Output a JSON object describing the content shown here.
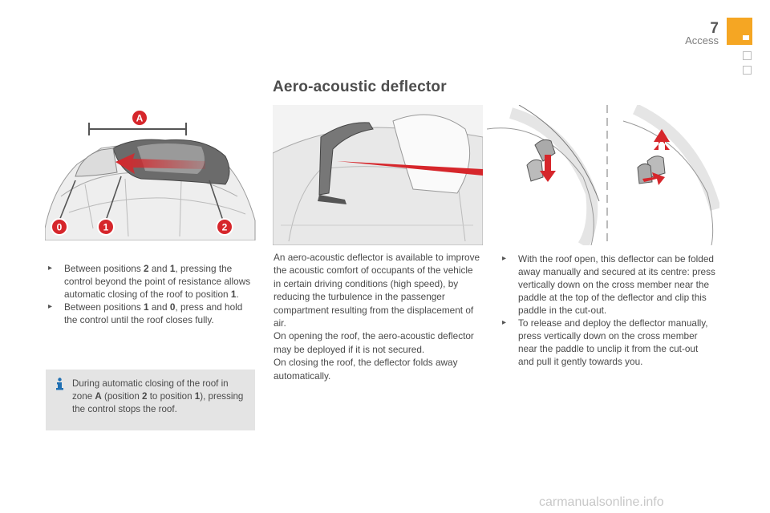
{
  "header": {
    "page_number": "7",
    "section": "Access"
  },
  "section_title": "Aero-acoustic deflector",
  "illustrations": {
    "roof_positions": {
      "zone_label": "A",
      "position_labels": [
        "0",
        "1",
        "2"
      ]
    }
  },
  "column1": {
    "items": [
      {
        "marker": "",
        "pre": "Between positions ",
        "b1": "2",
        "mid": " and ",
        "b2": "1",
        "post": ", pressing the control beyond the point of resistance allows automatic closing of the roof to position ",
        "b3": "1",
        "end": "."
      },
      {
        "marker": "",
        "pre": "Between positions ",
        "b1": "1",
        "mid": " and ",
        "b2": "0",
        "post": ", press and hold the control until the roof closes fully."
      }
    ]
  },
  "info_box": {
    "pre": "During automatic closing of the roof in zone ",
    "b1": "A",
    "mid1": " (position ",
    "b2": "2",
    "mid2": " to position ",
    "b3": "1",
    "post": "), pressing the control stops the roof."
  },
  "column2": {
    "lines": [
      "An aero-acoustic deflector is available to improve the acoustic comfort of occupants of the vehicle in certain driving conditions (high speed), by reducing the turbulence in the passenger compartment resulting from the displacement of air.",
      "On opening the roof, the aero-acoustic deflector may be deployed if it is not secured.",
      "On closing the roof, the deflector folds away automatically."
    ]
  },
  "column3": {
    "items": [
      {
        "marker": "",
        "text": "With the roof open, this deflector can be folded away manually and secured at its centre: press vertically down on the cross member near the paddle at the top of the deflector and clip this paddle in the cut-out."
      },
      {
        "marker": "",
        "text": "To release and deploy the deflector manually, press vertically down on the cross member near the paddle to unclip it from the cut-out and pull it gently towards you."
      }
    ]
  },
  "watermark": "carmanualsonline.info",
  "colors": {
    "accent": "#f5a623",
    "arrow_red": "#d6262b",
    "info_bg": "#e4e4e4"
  }
}
